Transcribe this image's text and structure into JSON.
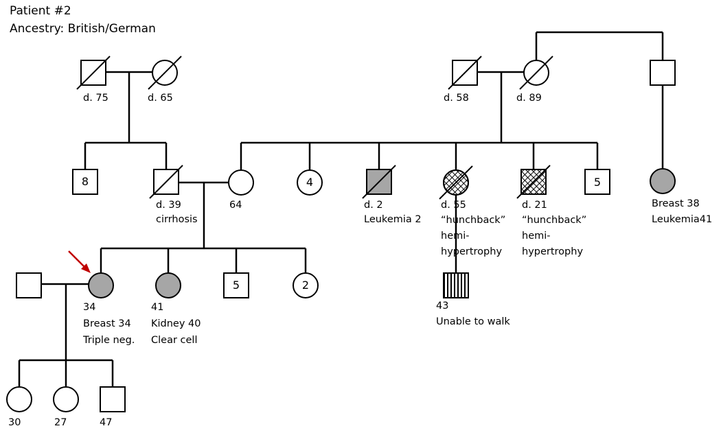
{
  "header": {
    "title": "Patient #2",
    "ancestry": "Ancestry: British/German"
  },
  "labels": {
    "pgf": "d. 75",
    "pgm": "d. 65",
    "mgf": "d. 58",
    "mgm": "d. 89",
    "father_age": "d. 39",
    "father_cause": "cirrhosis",
    "mother_age": "64",
    "m_sib3_age": "d. 2",
    "m_sib3_dx": "Leukemia 2",
    "m_sib4_age": "d. 55",
    "m_sib4_l1": "“hunchback”",
    "m_sib4_l2": "hemi-",
    "m_sib4_l3": "hypertrophy",
    "m_sib5_age": "d. 21",
    "m_sib5_l1": "“hunchback”",
    "m_sib5_l2": "hemi-",
    "m_sib5_l3": "hypertrophy",
    "cousin_dx1": "Breast 38",
    "cousin_dx2": "Leukemia41",
    "proband_age": "34",
    "proband_dx1": "Breast 34",
    "proband_dx2": "Triple neg.",
    "sister_age": "41",
    "sister_dx1": "Kidney 40",
    "sister_dx2": "Clear cell",
    "m_cousin_age": "43",
    "m_cousin_dx": "Unable to walk",
    "child1_age": "30",
    "child2_age": "27",
    "child3_age": "47"
  },
  "counts": {
    "paternal_sibs": "8",
    "maternal_sib_females": "4",
    "maternal_sib_males": "5",
    "proband_brothers": "5",
    "proband_sisters": "2"
  },
  "colors": {
    "affected": "#a6a6a6",
    "line": "#000000",
    "arrow": "#c00000"
  }
}
